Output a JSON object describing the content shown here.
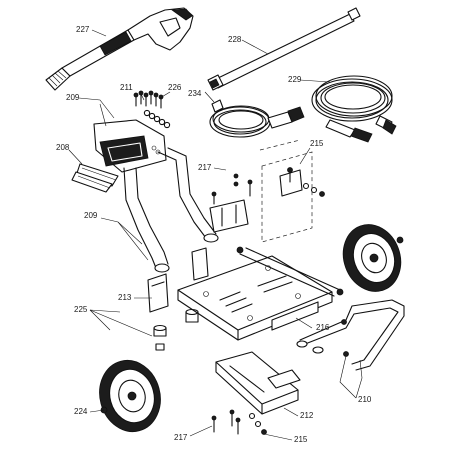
{
  "callouts": {
    "c227": "227",
    "c228": "228",
    "c211": "211",
    "c226": "226",
    "c234": "234",
    "c229": "229",
    "c209a": "209",
    "c208": "208",
    "c215a": "215",
    "c217a": "217",
    "c209b": "209",
    "c213": "213",
    "c225": "225",
    "c216": "216",
    "c224": "224",
    "c212": "212",
    "c210": "210",
    "c217b": "217",
    "c215b": "215"
  }
}
